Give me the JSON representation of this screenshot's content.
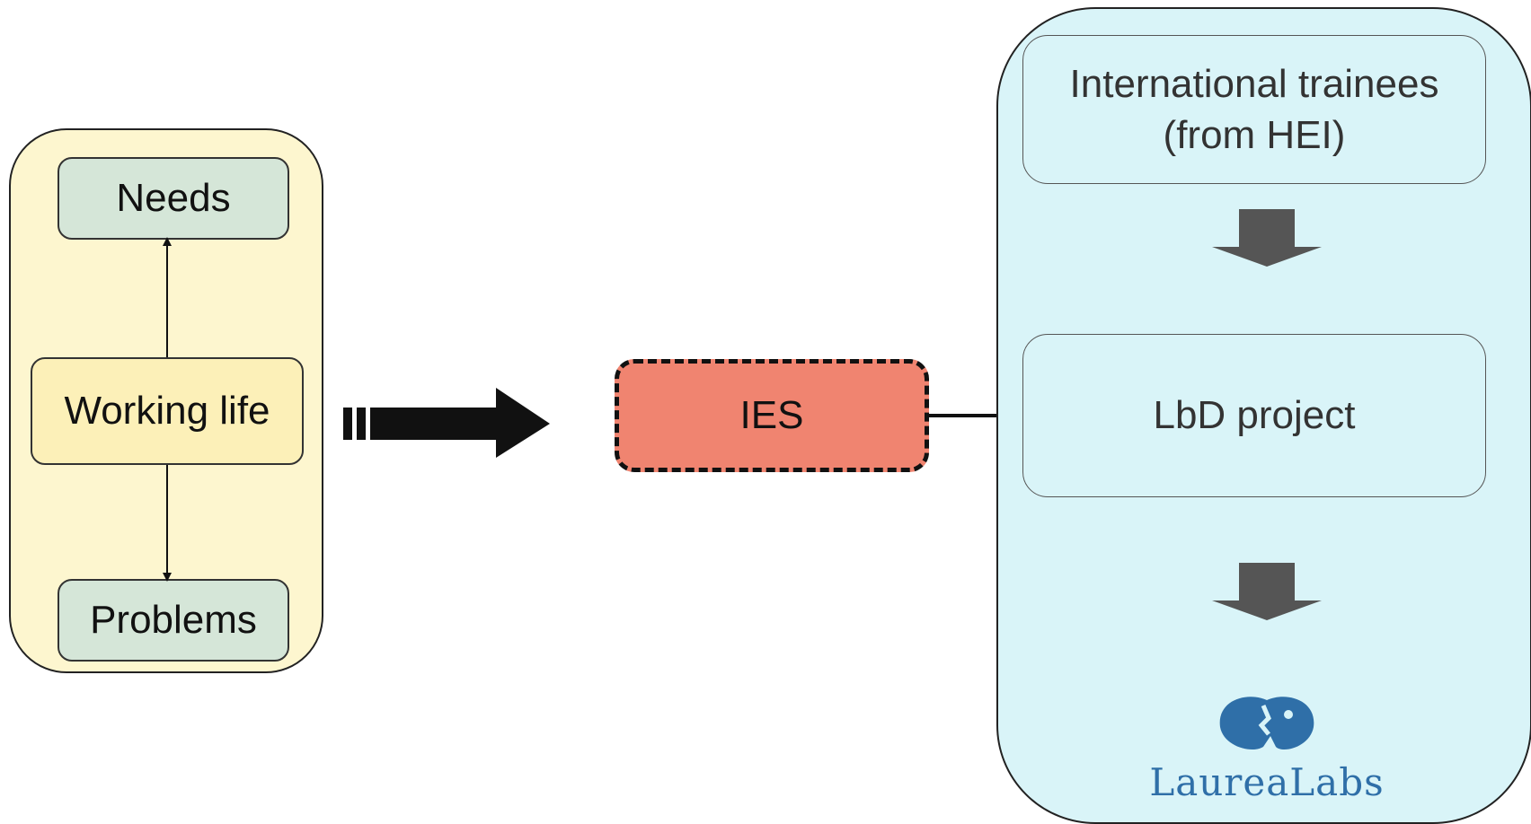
{
  "left_panel": {
    "needs": "Needs",
    "working_life": "Working life",
    "problems": "Problems"
  },
  "center": {
    "ies": "IES"
  },
  "right_panel": {
    "trainees_line1": "International trainees",
    "trainees_line2": "(from HEI)",
    "lbd_project": "LbD project",
    "logo_text": "LaureaLabs"
  },
  "colors": {
    "left_panel_fill": "#fdf6cf",
    "needs_problems_fill": "#d5e6d8",
    "working_life_fill": "#fcf0b8",
    "ies_fill": "#f08470",
    "right_panel_fill": "#d9f4f8",
    "logo_blue": "#2f6fa8"
  }
}
